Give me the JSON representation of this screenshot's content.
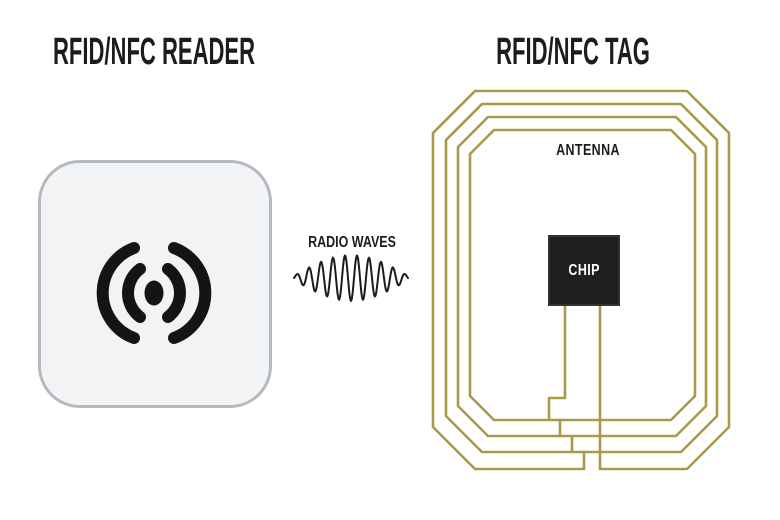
{
  "reader": {
    "title": "RFID/NFC READER",
    "icon": "nfc-signal-icon"
  },
  "radio_waves": {
    "label": "RADIO WAVES",
    "icon": "radio-waves-icon"
  },
  "tag": {
    "title": "RFID/NFC TAG",
    "antenna_label": "ANTENNA",
    "chip_label": "CHIP",
    "coil_turns": 4
  },
  "colors": {
    "background": "#ffffff",
    "text": "#1c1c1c",
    "coil": "#a89a48",
    "chip_bg": "#1f1f1f",
    "chip_text": "#ffffff",
    "reader_fill": "#f2f3f5",
    "reader_border": "#b4bac0",
    "wave": "#1c1c1c",
    "icon": "#141414"
  }
}
